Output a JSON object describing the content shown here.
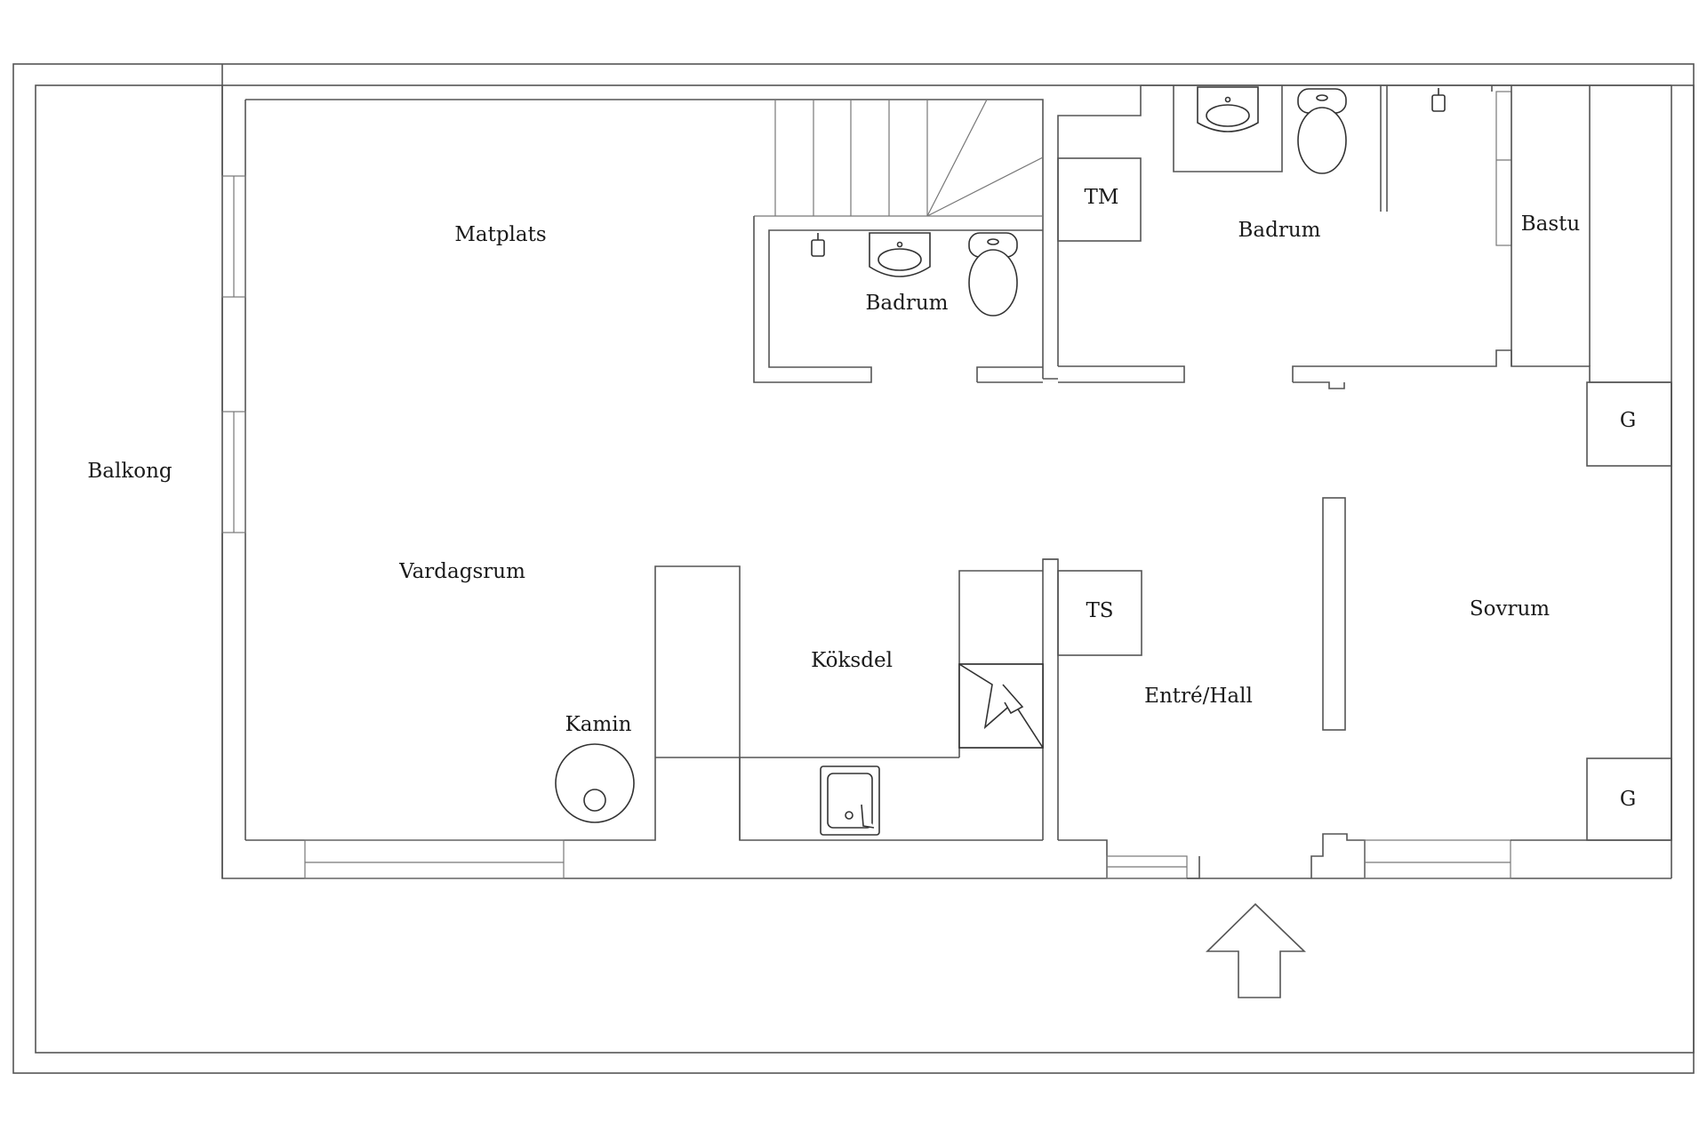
{
  "rooms": {
    "balkong": "Balkong",
    "matplats": "Matplats",
    "vardagsrum": "Vardagsrum",
    "kamin": "Kamin",
    "koksdel": "Köksdel",
    "badrum_small": "Badrum",
    "badrum_large": "Badrum",
    "tm": "TM",
    "bastu": "Bastu",
    "ts": "TS",
    "entre_hall": "Entré/Hall",
    "sovrum": "Sovrum",
    "g_top": "G",
    "g_bottom": "G"
  },
  "icons": {
    "entrance_arrow": "arrow-up-icon",
    "sink": "sink-icon",
    "toilet": "toilet-icon",
    "faucet": "faucet-icon",
    "fireplace": "fireplace-icon",
    "kitchen_sink": "kitchen-sink-icon",
    "stairs": "stairs-icon",
    "chimney": "chimney-icon"
  },
  "colors": {
    "line": "#555555",
    "text": "#1a1a1a",
    "background": "#ffffff"
  }
}
